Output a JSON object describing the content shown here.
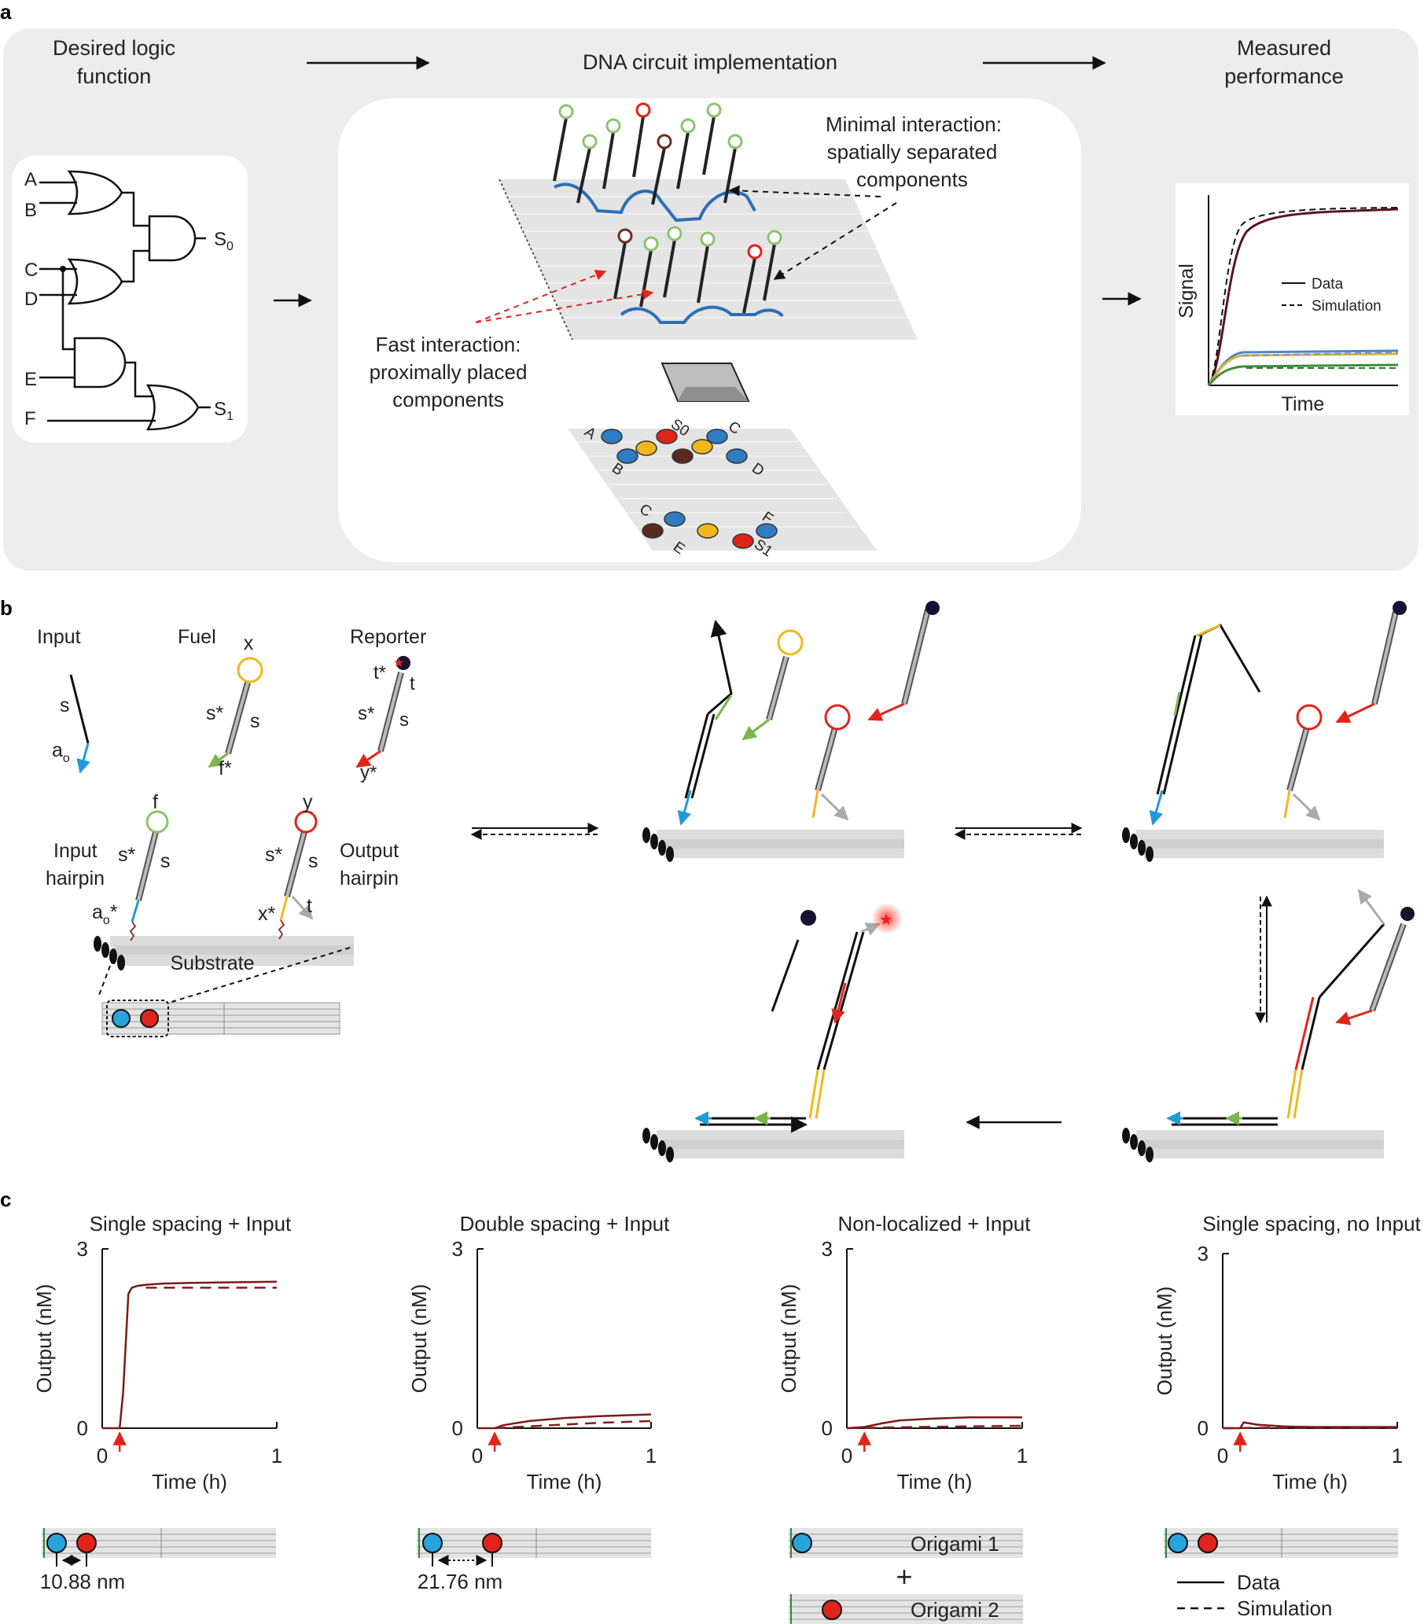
{
  "panels": {
    "a": {
      "label": "a",
      "col1": [
        "Desired logic",
        "function"
      ],
      "col2": "DNA circuit implementation",
      "col3": [
        "Measured",
        "performance"
      ],
      "gate_inputs": [
        "A",
        "B",
        "C",
        "D",
        "E",
        "F"
      ],
      "outputs": {
        "s0": "S",
        "s0_sub": "0",
        "s1": "S",
        "s1_sub": "1"
      },
      "minimal_note": [
        "Minimal interaction:",
        "spatially separated",
        "components"
      ],
      "fast_note": [
        "Fast interaction:",
        "proximally placed",
        "components"
      ],
      "chip_labels": [
        "A",
        "B",
        "S0",
        "C",
        "D",
        "C",
        "E",
        "F",
        "S1"
      ],
      "signal_chart": {
        "ylabel": "Signal",
        "xlabel": "Time",
        "legend": [
          {
            "label": "Data",
            "style": "solid"
          },
          {
            "label": "Simulation",
            "style": "dashed"
          }
        ],
        "colors": [
          "#5a1420",
          "#4f86c6",
          "#d9b23a",
          "#3c8c3c"
        ]
      }
    },
    "b": {
      "label": "b",
      "input": {
        "title": "Input",
        "s": "s",
        "a": "a",
        "a_sub": "o"
      },
      "fuel": {
        "title": "Fuel",
        "x": "x",
        "s_star": "s*",
        "s": "s",
        "f_star": "f*"
      },
      "reporter": {
        "title": "Reporter",
        "t_star": "t*",
        "t": "t",
        "s_star": "s*",
        "s": "s",
        "y_star": "y*"
      },
      "input_hairpin": {
        "line1": "Input",
        "line2": "hairpin",
        "f": "f",
        "s_star": "s*",
        "s": "s",
        "a": "a",
        "a_sub": "o",
        "a_sup": "*"
      },
      "output_hairpin": {
        "line1": "Output",
        "line2": "hairpin",
        "y": "y",
        "s_star": "s*",
        "s": "s",
        "x_star": "x*",
        "t": "t"
      },
      "substrate": "Substrate"
    },
    "c": {
      "label": "c",
      "legend": [
        {
          "label": "Data",
          "style": "solid"
        },
        {
          "label": "Simulation",
          "style": "dashed"
        }
      ],
      "scale_labels": [
        "10.88 nm",
        "21.76 nm"
      ],
      "origami": [
        "Origami 1",
        "+",
        "Origami 2"
      ]
    }
  },
  "chart_data": [
    {
      "type": "line",
      "title": "Single spacing + Input",
      "xlabel": "Time (h)",
      "ylabel": "Output (nM)",
      "xlim": [
        0,
        1
      ],
      "ylim": [
        0,
        3
      ],
      "xticks": [
        "0",
        "1"
      ],
      "yticks": [
        "0",
        "3"
      ],
      "input_added_at": 0.1,
      "series": [
        {
          "name": "Data",
          "x": [
            0,
            0.1,
            0.12,
            0.15,
            0.17,
            0.2,
            0.25,
            0.35,
            0.5,
            0.7,
            1.0
          ],
          "y": [
            0,
            0,
            0.6,
            2.25,
            2.35,
            2.38,
            2.4,
            2.42,
            2.43,
            2.44,
            2.45
          ]
        },
        {
          "name": "Simulation",
          "x": [
            0.25,
            1.0
          ],
          "y": [
            2.35,
            2.35
          ]
        }
      ]
    },
    {
      "type": "line",
      "title": "Double spacing + Input",
      "xlabel": "Time (h)",
      "ylabel": "Output (nM)",
      "xlim": [
        0,
        1
      ],
      "ylim": [
        0,
        3
      ],
      "xticks": [
        "0",
        "1"
      ],
      "yticks": [
        "0",
        "3"
      ],
      "input_added_at": 0.1,
      "series": [
        {
          "name": "Data",
          "x": [
            0,
            0.1,
            0.15,
            0.3,
            0.5,
            0.7,
            1.0
          ],
          "y": [
            0,
            0,
            0.05,
            0.12,
            0.17,
            0.2,
            0.23
          ]
        },
        {
          "name": "Simulation",
          "x": [
            0.1,
            0.3,
            0.5,
            0.7,
            1.0
          ],
          "y": [
            0,
            0.03,
            0.06,
            0.09,
            0.12
          ]
        }
      ]
    },
    {
      "type": "line",
      "title": "Non-localized + Input",
      "xlabel": "Time (h)",
      "ylabel": "Output (nM)",
      "xlim": [
        0,
        1
      ],
      "ylim": [
        0,
        3
      ],
      "xticks": [
        "0",
        "1"
      ],
      "yticks": [
        "0",
        "3"
      ],
      "input_added_at": 0.1,
      "series": [
        {
          "name": "Data",
          "x": [
            0,
            0.1,
            0.2,
            0.3,
            0.5,
            0.7,
            1.0
          ],
          "y": [
            0,
            0.02,
            0.08,
            0.13,
            0.16,
            0.18,
            0.18
          ]
        },
        {
          "name": "Simulation",
          "x": [
            0,
            0.2,
            0.4,
            0.7,
            1.0
          ],
          "y": [
            0,
            0.01,
            0.02,
            0.03,
            0.04
          ]
        }
      ]
    },
    {
      "type": "line",
      "title": "Single spacing, no Input",
      "xlabel": "Time (h)",
      "ylabel": "Output (nM)",
      "xlim": [
        0,
        1
      ],
      "ylim": [
        0,
        3
      ],
      "xticks": [
        "0",
        "1"
      ],
      "yticks": [
        "0",
        "3"
      ],
      "input_added_at": 0.1,
      "series": [
        {
          "name": "Data",
          "x": [
            0,
            0.1,
            0.12,
            0.2,
            0.35,
            0.5,
            0.7,
            1.0
          ],
          "y": [
            0,
            0,
            0.1,
            0.06,
            0.03,
            0.02,
            0.02,
            0.02
          ]
        },
        {
          "name": "Simulation",
          "x": [
            0,
            0.3,
            0.6,
            1.0
          ],
          "y": [
            0,
            0.01,
            0.01,
            0.01
          ]
        }
      ]
    }
  ]
}
